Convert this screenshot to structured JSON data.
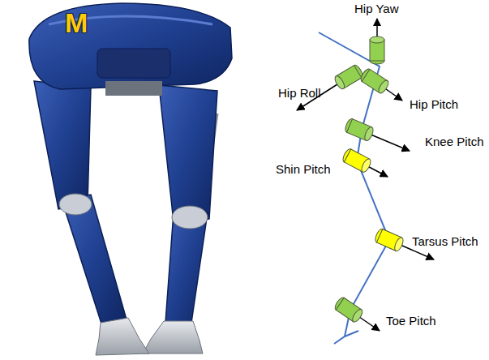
{
  "diagram": {
    "labels": [
      "M",
      "Hip Yaw",
      "Hip Roll",
      "Hip Pitch",
      "Knee Pitch",
      "Shin Pitch",
      "Tarsus Pitch",
      "Toe Pitch"
    ]
  }
}
